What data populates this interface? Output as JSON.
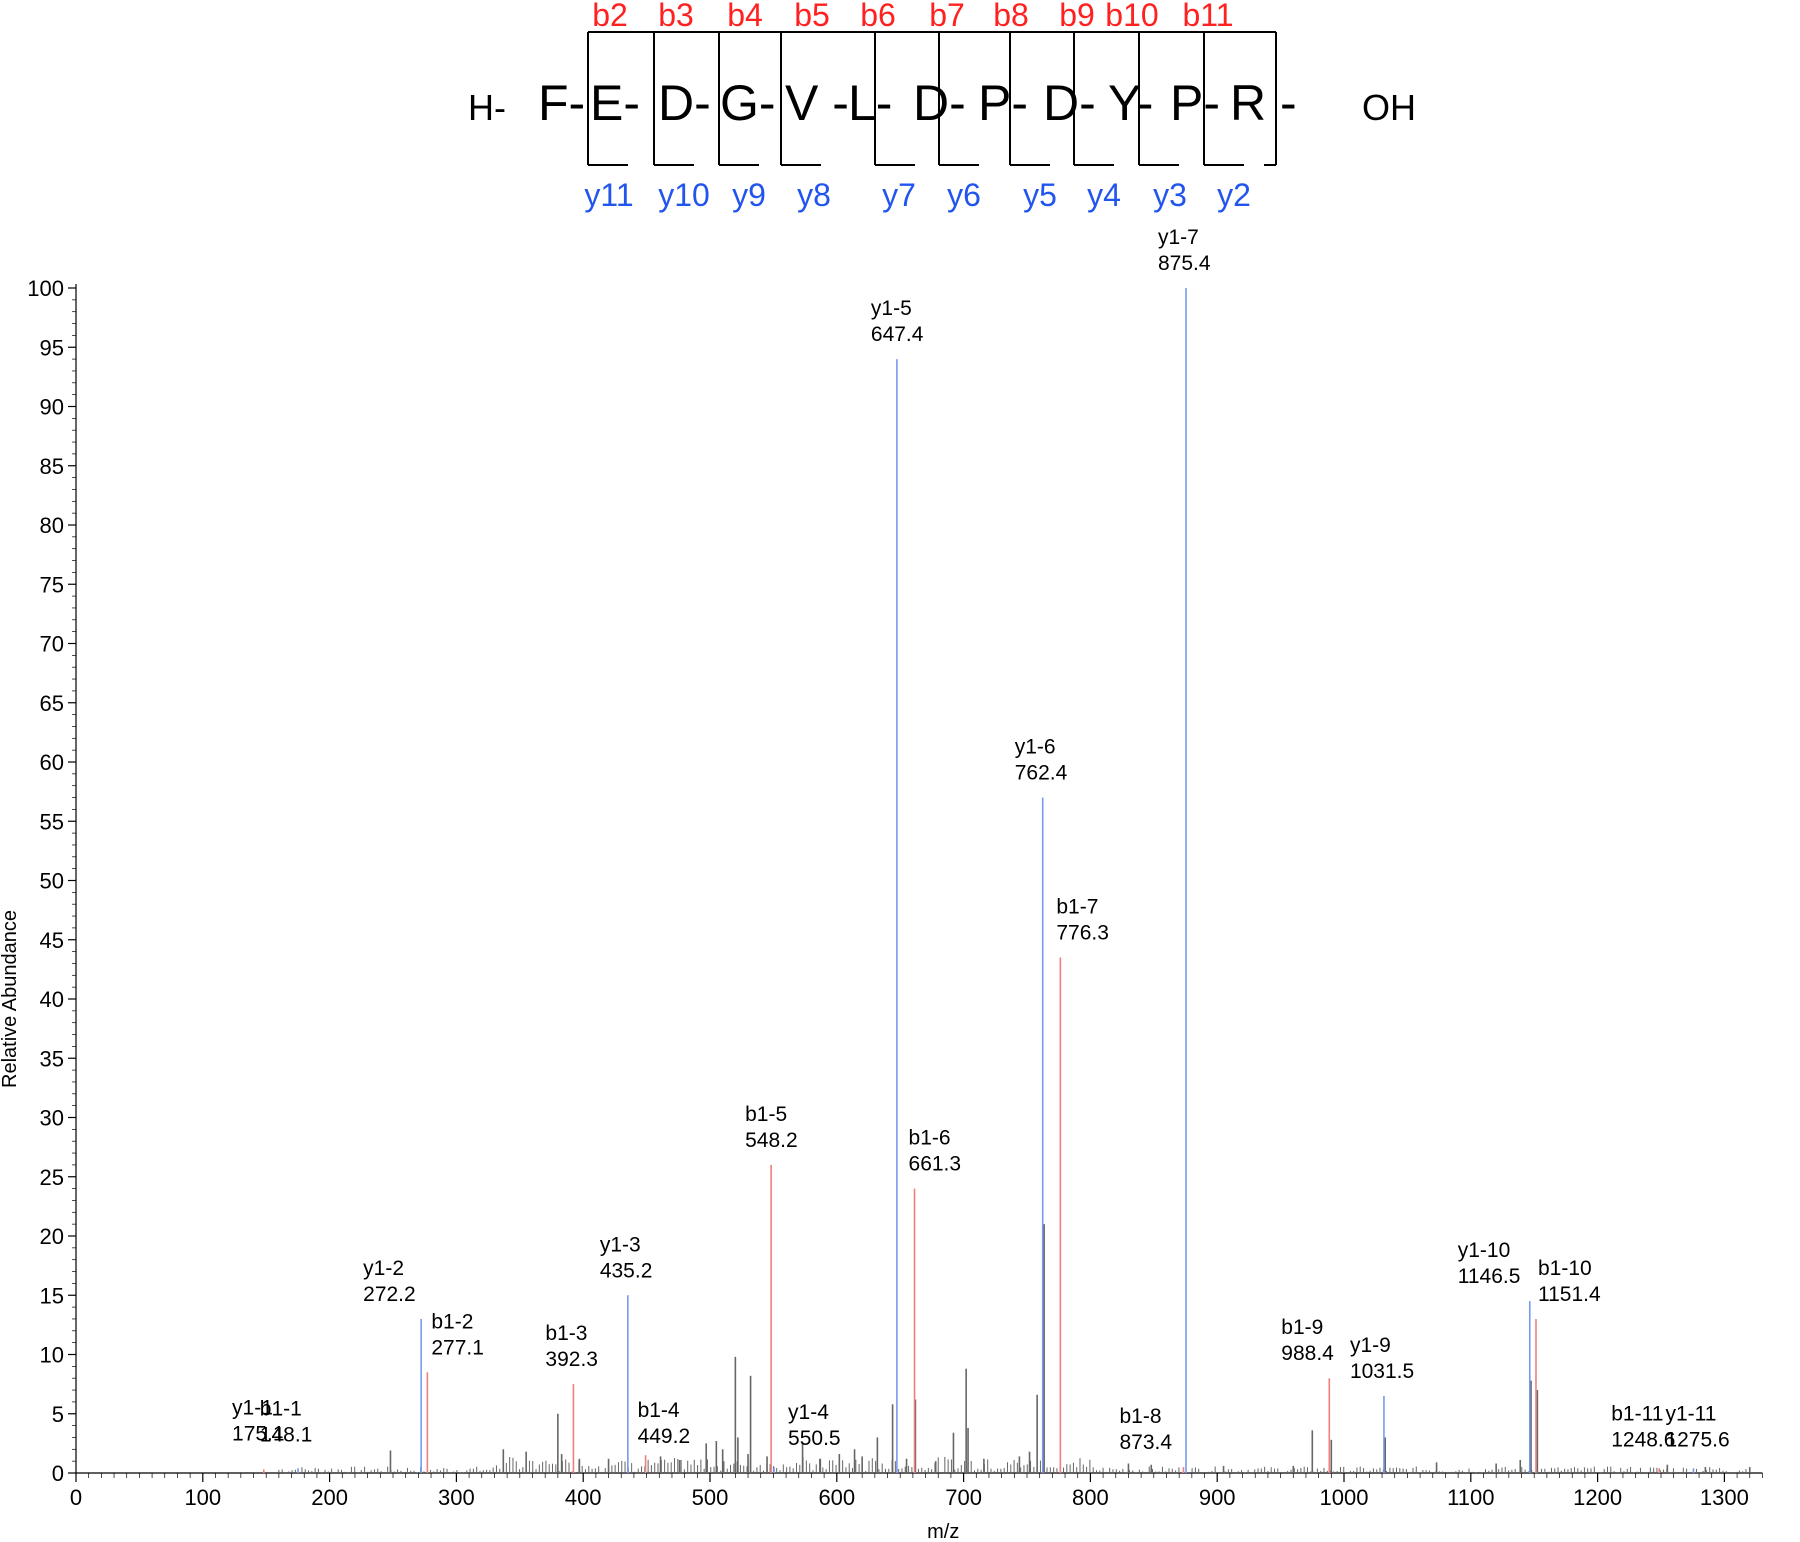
{
  "chart_data": {
    "type": "bar",
    "subtype": "mass-spectrum",
    "xlabel": "m/z",
    "ylabel": "Relative Abundance",
    "xlim": [
      0,
      1330
    ],
    "ylim": [
      0,
      100
    ],
    "x_ticks": [
      0,
      100,
      200,
      300,
      400,
      500,
      600,
      700,
      800,
      900,
      1000,
      1100,
      1200,
      1300
    ],
    "y_ticks": [
      0,
      5,
      10,
      15,
      20,
      25,
      30,
      35,
      40,
      45,
      50,
      55,
      60,
      65,
      70,
      75,
      80,
      85,
      90,
      95,
      100
    ],
    "colors": {
      "b_ion": "#ff2020",
      "y_ion": "#2255ee",
      "b_peak": "#f08080",
      "y_peak": "#7799ee",
      "background_peak": "#666666"
    },
    "sequence": {
      "n_term": "H-",
      "residues": [
        "F-",
        "E-",
        "D-",
        "G-",
        "V -",
        "L-",
        "D-",
        "P-",
        "D-",
        "Y-",
        "P-",
        "R -"
      ],
      "c_term": "OH",
      "b_labels": [
        "b2",
        "b3",
        "b4",
        "b5",
        "b6",
        "b7",
        "b8",
        "b9",
        "b10",
        "b11"
      ],
      "y_labels": [
        "y11",
        "y10",
        "y9",
        "y8",
        "y7",
        "y6",
        "y5",
        "y4",
        "y3",
        "y2"
      ]
    },
    "annotated_peaks": [
      {
        "ion": "b1-1",
        "mz": "148.1",
        "x": 148.1,
        "y": 0.3,
        "type": "b"
      },
      {
        "ion": "y1-1",
        "mz": "175.1",
        "x": 175.1,
        "y": 0.4,
        "type": "y"
      },
      {
        "ion": "y1-2",
        "mz": "272.2",
        "x": 272.2,
        "y": 13,
        "type": "y"
      },
      {
        "ion": "b1-2",
        "mz": "277.1",
        "x": 277.1,
        "y": 8.5,
        "type": "b"
      },
      {
        "ion": "b1-3",
        "mz": "392.3",
        "x": 392.3,
        "y": 7.5,
        "type": "b"
      },
      {
        "ion": "y1-3",
        "mz": "435.2",
        "x": 435.2,
        "y": 15,
        "type": "y"
      },
      {
        "ion": "b1-4",
        "mz": "449.2",
        "x": 449.2,
        "y": 1.5,
        "type": "b"
      },
      {
        "ion": "b1-5",
        "mz": "548.2",
        "x": 548.2,
        "y": 26,
        "type": "b"
      },
      {
        "ion": "y1-4",
        "mz": "550.5",
        "x": 550.5,
        "y": 0.5,
        "type": "y"
      },
      {
        "ion": "y1-5",
        "mz": "647.4",
        "x": 647.4,
        "y": 94,
        "type": "y"
      },
      {
        "ion": "b1-6",
        "mz": "661.3",
        "x": 661.3,
        "y": 24,
        "type": "b"
      },
      {
        "ion": "y1-6",
        "mz": "762.4",
        "x": 762.4,
        "y": 57,
        "type": "y"
      },
      {
        "ion": "b1-7",
        "mz": "776.3",
        "x": 776.3,
        "y": 43.5,
        "type": "b"
      },
      {
        "ion": "b1-8",
        "mz": "873.4",
        "x": 873.4,
        "y": 0.5,
        "type": "b"
      },
      {
        "ion": "y1-7",
        "mz": "875.4",
        "x": 875.4,
        "y": 100,
        "type": "y"
      },
      {
        "ion": "b1-9",
        "mz": "988.4",
        "x": 988.4,
        "y": 8,
        "type": "b"
      },
      {
        "ion": "y1-9",
        "mz": "1031.5",
        "x": 1031.5,
        "y": 6.5,
        "type": "y"
      },
      {
        "ion": "y1-10",
        "mz": "1146.5",
        "x": 1146.5,
        "y": 14.5,
        "type": "y"
      },
      {
        "ion": "b1-10",
        "mz": "1151.4",
        "x": 1151.4,
        "y": 13,
        "type": "b"
      },
      {
        "ion": "b1-11",
        "mz": "1248.6",
        "x": 1248.6,
        "y": 0.4,
        "type": "b"
      },
      {
        "ion": "y1-11",
        "mz": "1275.6",
        "x": 1275.6,
        "y": 0.4,
        "type": "y"
      }
    ],
    "unlabeled_peaks": [
      {
        "x": 763.5,
        "y": 21
      },
      {
        "x": 520,
        "y": 9.8
      },
      {
        "x": 702,
        "y": 8.8
      },
      {
        "x": 532,
        "y": 8.2
      },
      {
        "x": 1147.5,
        "y": 7.8
      },
      {
        "x": 1152.5,
        "y": 7
      },
      {
        "x": 758,
        "y": 6.6
      },
      {
        "x": 662,
        "y": 6.2
      },
      {
        "x": 644,
        "y": 5.8
      },
      {
        "x": 380,
        "y": 5
      },
      {
        "x": 692,
        "y": 3.4
      },
      {
        "x": 703.5,
        "y": 3.8
      },
      {
        "x": 975,
        "y": 3.6
      },
      {
        "x": 1032.5,
        "y": 3
      },
      {
        "x": 990,
        "y": 2.8
      },
      {
        "x": 632,
        "y": 3
      },
      {
        "x": 522,
        "y": 3
      },
      {
        "x": 573,
        "y": 2.6
      },
      {
        "x": 497,
        "y": 2.5
      },
      {
        "x": 505,
        "y": 2.7
      },
      {
        "x": 510,
        "y": 2
      },
      {
        "x": 614,
        "y": 2
      },
      {
        "x": 337,
        "y": 2
      },
      {
        "x": 248,
        "y": 1.9
      },
      {
        "x": 355,
        "y": 1.8
      },
      {
        "x": 383,
        "y": 1.6
      },
      {
        "x": 397,
        "y": 1.2
      },
      {
        "x": 420,
        "y": 1.2
      },
      {
        "x": 461,
        "y": 1.4
      },
      {
        "x": 476,
        "y": 1.1
      },
      {
        "x": 530,
        "y": 1.6
      },
      {
        "x": 545,
        "y": 1.4
      },
      {
        "x": 587,
        "y": 1.2
      },
      {
        "x": 602,
        "y": 1.6
      },
      {
        "x": 620,
        "y": 1.4
      },
      {
        "x": 655,
        "y": 1.2
      },
      {
        "x": 678,
        "y": 1
      },
      {
        "x": 716,
        "y": 1.2
      },
      {
        "x": 744,
        "y": 1.4
      },
      {
        "x": 752,
        "y": 1.8
      },
      {
        "x": 830,
        "y": 0.8
      },
      {
        "x": 848,
        "y": 0.7
      },
      {
        "x": 905,
        "y": 0.6
      },
      {
        "x": 960,
        "y": 0.6
      },
      {
        "x": 1073,
        "y": 0.9
      },
      {
        "x": 1120,
        "y": 0.8
      },
      {
        "x": 1139,
        "y": 1.1
      },
      {
        "x": 1255,
        "y": 0.7
      },
      {
        "x": 1285,
        "y": 0.5
      },
      {
        "x": 1320,
        "y": 0.5
      }
    ]
  }
}
